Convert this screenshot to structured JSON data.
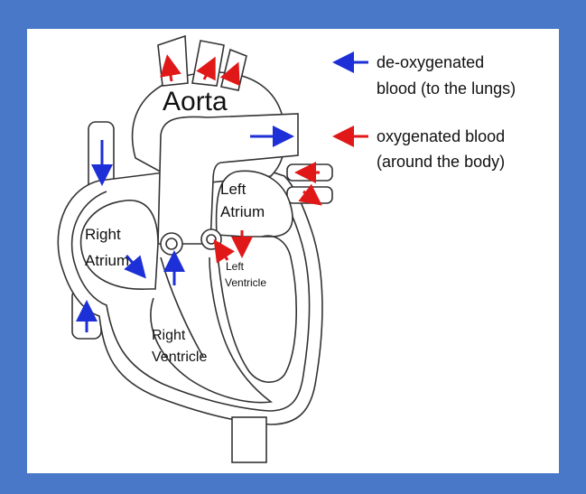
{
  "labels": {
    "aorta": "Aorta",
    "left_atrium_line1": "Left",
    "left_atrium_line2": "Atrium",
    "right_atrium_line1": "Right",
    "right_atrium_line2": "Atrium",
    "left_ventricle_line1": "Left",
    "left_ventricle_line2": "Ventricle",
    "right_ventricle_line1": "Right",
    "right_ventricle_line2": "Ventricle"
  },
  "legend": {
    "deoxygenated_line1": "de-oxygenated",
    "deoxygenated_line2": "blood (to the lungs)",
    "oxygenated_line1": "oxygenated blood",
    "oxygenated_line2": "(around the body)"
  },
  "colors": {
    "frame": "#4a78c8",
    "background": "#ffffff",
    "outline": "#333333",
    "deoxygenated_arrow": "#1d2fd6",
    "oxygenated_arrow": "#e01818"
  }
}
